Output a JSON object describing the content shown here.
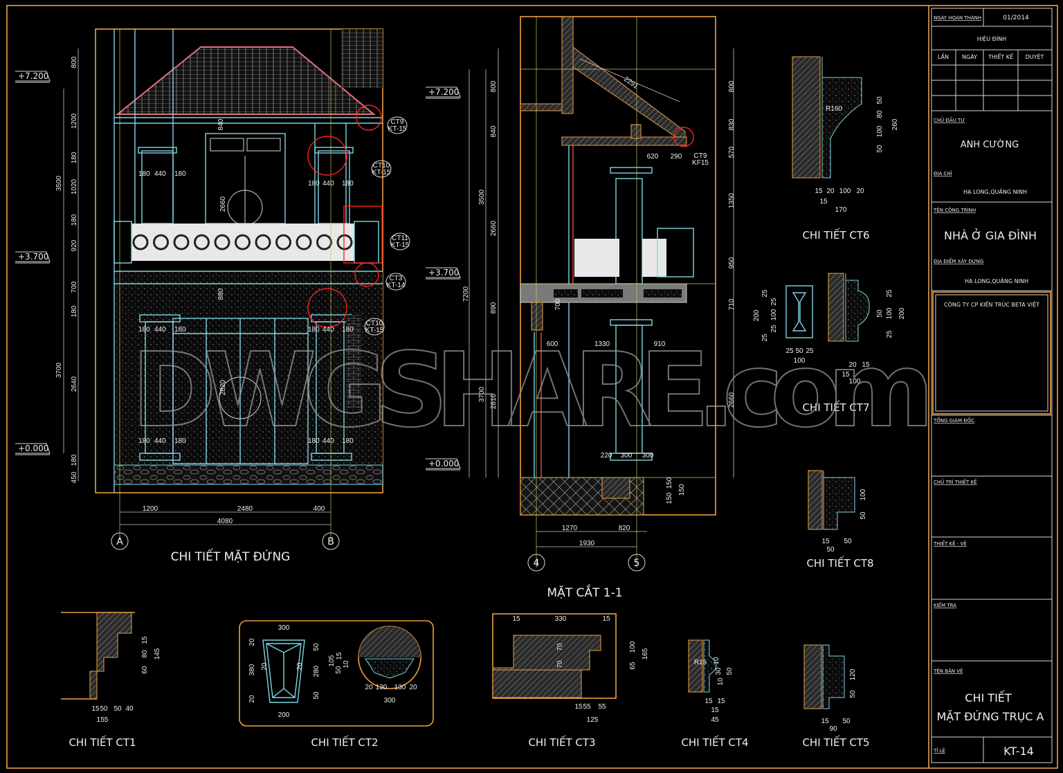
{
  "colors": {
    "background": "#000000",
    "frame": "#f0a040",
    "outline": "#7fd6e6",
    "callout": "#ff2020",
    "text": "#eeeeee"
  },
  "watermark": "DWGSHARE.com",
  "elevation": {
    "title": "CHI TIẾT MẶT ĐỨNG",
    "levels": [
      "+7.200",
      "+3.700",
      "+0.000"
    ],
    "vdims": [
      "800",
      "1200",
      "180",
      "1020",
      "180",
      "920",
      "700",
      "180",
      "2640",
      "180",
      "450"
    ],
    "vtotals": [
      "3500",
      "3700"
    ],
    "inner_dims": [
      "840",
      "2660",
      "880",
      "2820"
    ],
    "col_dims": [
      "180",
      "440",
      "180"
    ],
    "hdims": [
      "1200",
      "2480",
      "400",
      "4080"
    ],
    "axes": [
      "A",
      "B"
    ],
    "callouts": [
      {
        "code": "CT9",
        "sheet": "KT-15"
      },
      {
        "code": "CT10",
        "sheet": "KT-15"
      },
      {
        "code": "CT11",
        "sheet": "KT-15"
      },
      {
        "code": "CT3",
        "sheet": "KT-14"
      },
      {
        "code": "CT10",
        "sheet": "KT-15"
      }
    ]
  },
  "section": {
    "title": "MẶT CẮT 1-1",
    "levels": [
      "+7.200",
      "+3.700",
      "+0.000"
    ],
    "left_dims": [
      "800",
      "840",
      "2660",
      "890",
      "2810"
    ],
    "left_totals": [
      "3500",
      "3700",
      "7200"
    ],
    "right_dims": [
      "800",
      "830",
      "570",
      "1350",
      "950",
      "710",
      "2660"
    ],
    "slope": "2291",
    "eave_dims": [
      "620",
      "290"
    ],
    "mid_dims": [
      "600",
      "1330",
      "910",
      "700"
    ],
    "base_dims": [
      "220",
      "300",
      "300",
      "150",
      "150",
      "150"
    ],
    "bottom_dims": [
      "1270",
      "820",
      "1930"
    ],
    "axes": [
      "4",
      "5"
    ],
    "callout": {
      "code": "CT9",
      "sheet": "KF15"
    }
  },
  "details": [
    {
      "title": "CHI TIẾT CT1",
      "dims": [
        "15",
        "50",
        "50",
        "40",
        "155",
        "15",
        "80",
        "60",
        "145"
      ]
    },
    {
      "title": "CHI TIẾT CT2",
      "dims": [
        "300",
        "200",
        "20",
        "380",
        "20",
        "50",
        "280",
        "50",
        "20",
        "20",
        "105",
        "15",
        "50",
        "10",
        "20",
        "130",
        "130",
        "20",
        "300"
      ]
    },
    {
      "title": "CHI TIẾT CT3",
      "dims": [
        "15",
        "330",
        "15",
        "70",
        "70",
        "100",
        "65",
        "165",
        "15",
        "55",
        "55",
        "125"
      ]
    },
    {
      "title": "CHI TIẾT CT4",
      "dims": [
        "R15",
        "10",
        "30",
        "10",
        "50",
        "15",
        "15",
        "15",
        "45"
      ]
    },
    {
      "title": "CHI TIẾT CT5",
      "dims": [
        "120",
        "50",
        "15",
        "50",
        "90"
      ]
    },
    {
      "title": "CHI TIẾT CT6",
      "dims": [
        "R160",
        "50",
        "80",
        "100",
        "50",
        "260",
        "15",
        "20",
        "100",
        "20",
        "15",
        "170"
      ]
    },
    {
      "title": "CHI TIẾT CT7",
      "dims": [
        "25",
        "25",
        "100",
        "25",
        "25",
        "200",
        "25",
        "50",
        "25",
        "100",
        "25",
        "100",
        "25",
        "200",
        "50",
        "20",
        "15",
        "15",
        "100"
      ]
    },
    {
      "title": "CHI TIẾT CT8",
      "dims": [
        "100",
        "50",
        "15",
        "50",
        "50"
      ]
    }
  ],
  "title_block": {
    "completion_label": "NGÀY HOÀN THÀNH",
    "completion_value": "01/2014",
    "revision_label": "HIỆU ĐÍNH",
    "revision_headers": [
      "LẦN",
      "NGÀY",
      "THIẾT KẾ",
      "DUYỆT"
    ],
    "owner_label": "CHỦ ĐẦU TƯ",
    "owner": "ANH CƯỜNG",
    "address_label": "ĐỊA CHỈ",
    "address": "HẠ LONG,QUẢNG NINH",
    "project_label": "TÊN CÔNG TRÌNH",
    "project": "NHÀ Ở GIA ĐÌNH",
    "site_label": "ĐỊA ĐIỂM XÂY DỰNG",
    "site": "HẠ LONG,QUẢNG NINH",
    "company": "CÔNG TY CP KIẾN TRÚC BETA VIỆT",
    "director_label": "TỔNG GIÁM ĐỐC",
    "lead_label": "CHỦ TRÌ THIẾT KẾ",
    "designer_label": "THIẾT KẾ - VẼ",
    "checker_label": "KIỂM TRA",
    "drawing_label": "TÊN BẢN VẼ",
    "drawing_line1": "CHI TIẾT",
    "drawing_line2": "MẶT ĐỨNG TRỤC A",
    "scale_label": "TỈ LỆ",
    "sheet_no": "KT-14"
  }
}
